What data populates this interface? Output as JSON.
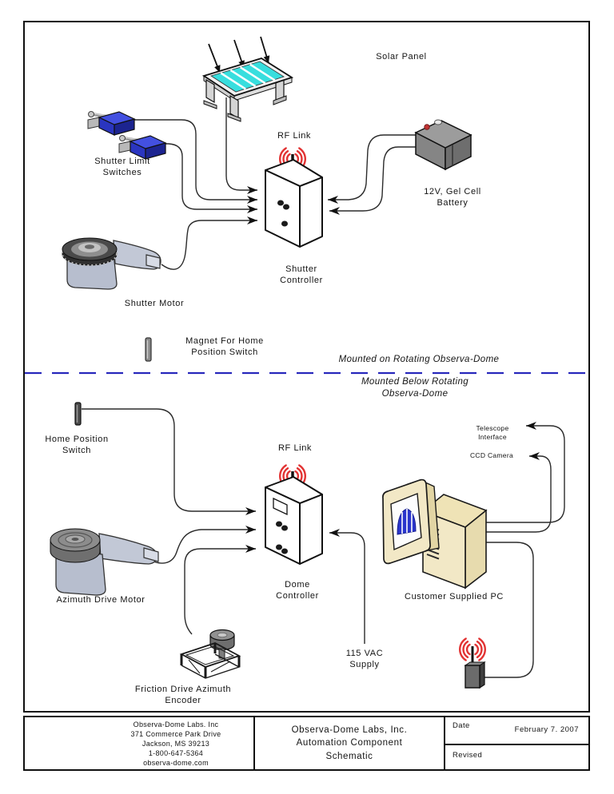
{
  "page": {
    "notes": {
      "mounted_on": "Mounted on Rotating Observa-Dome",
      "mounted_below": "Mounted Below Rotating\nObserva-Dome"
    },
    "labels": {
      "solar_panel": "Solar Panel",
      "shutter_limit_switches": "Shutter Limit\nSwitches",
      "rf_link_top": "RF Link",
      "rf_link_bottom": "RF Link",
      "battery": "12V, Gel Cell\nBattery",
      "shutter_controller": "Shutter\nController",
      "shutter_motor": "Shutter Motor",
      "magnet": "Magnet For Home\nPosition Switch",
      "home_position_switch": "Home Position\nSwitch",
      "dome_controller": "Dome\nController",
      "azimuth_drive_motor": "Azimuth Drive Motor",
      "friction_encoder": "Friction Drive Azimuth\nEncoder",
      "vac_supply": "115 VAC\nSupply",
      "customer_pc": "Customer Supplied PC",
      "telescope_interface": "Telescope\nInterface",
      "ccd_camera": "CCD Camera"
    },
    "colors": {
      "divider_blue": "#2828bc",
      "rf_wave_red": "#e23333",
      "solar_cell_cyan": "#38dede",
      "switch_blue": "#2a35c0",
      "pc_case_cream": "#f2e8c6",
      "motor_body_gray": "#b7bece",
      "logo_blue": "#2330c8"
    }
  },
  "title_block": {
    "company_info": "Observa-Dome Labs. Inc\n371 Commerce Park Drive\nJackson, MS 39213\n1-800-647-5364\nobserva-dome.com",
    "drawing_title": "Observa-Dome Labs, Inc.\nAutomation Component\nSchematic",
    "date_label": "Date",
    "date_value": "February 7. 2007",
    "revised_label": "Revised",
    "revised_value": ""
  }
}
